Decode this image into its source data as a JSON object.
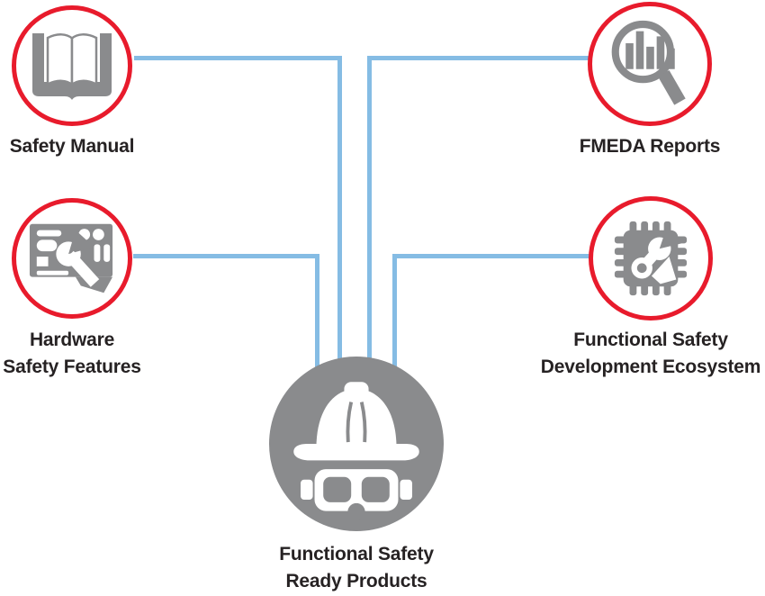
{
  "diagram": {
    "type": "hub-and-spoke diagram",
    "center": {
      "line1": "Functional Safety",
      "line2": "Ready Products",
      "icon": "hard-hat-goggles-icon"
    },
    "nodes": {
      "safety_manual": {
        "line1": "Safety Manual",
        "line2": "",
        "icon": "open-book-icon"
      },
      "fmeda_reports": {
        "line1": "FMEDA Reports",
        "line2": "",
        "icon": "bar-chart-magnifier-icon"
      },
      "hardware_safety": {
        "line1": "Hardware",
        "line2": "Safety Features",
        "icon": "control-panel-wrench-icon"
      },
      "dev_ecosystem": {
        "line1": "Functional Safety",
        "line2": "Development Ecosystem",
        "icon": "chip-wrench-icon"
      }
    },
    "colors": {
      "ring_red": "#e81b2c",
      "line_blue": "#85bce4",
      "icon_gray": "#8a8b8d",
      "text_dark": "#262223"
    }
  }
}
